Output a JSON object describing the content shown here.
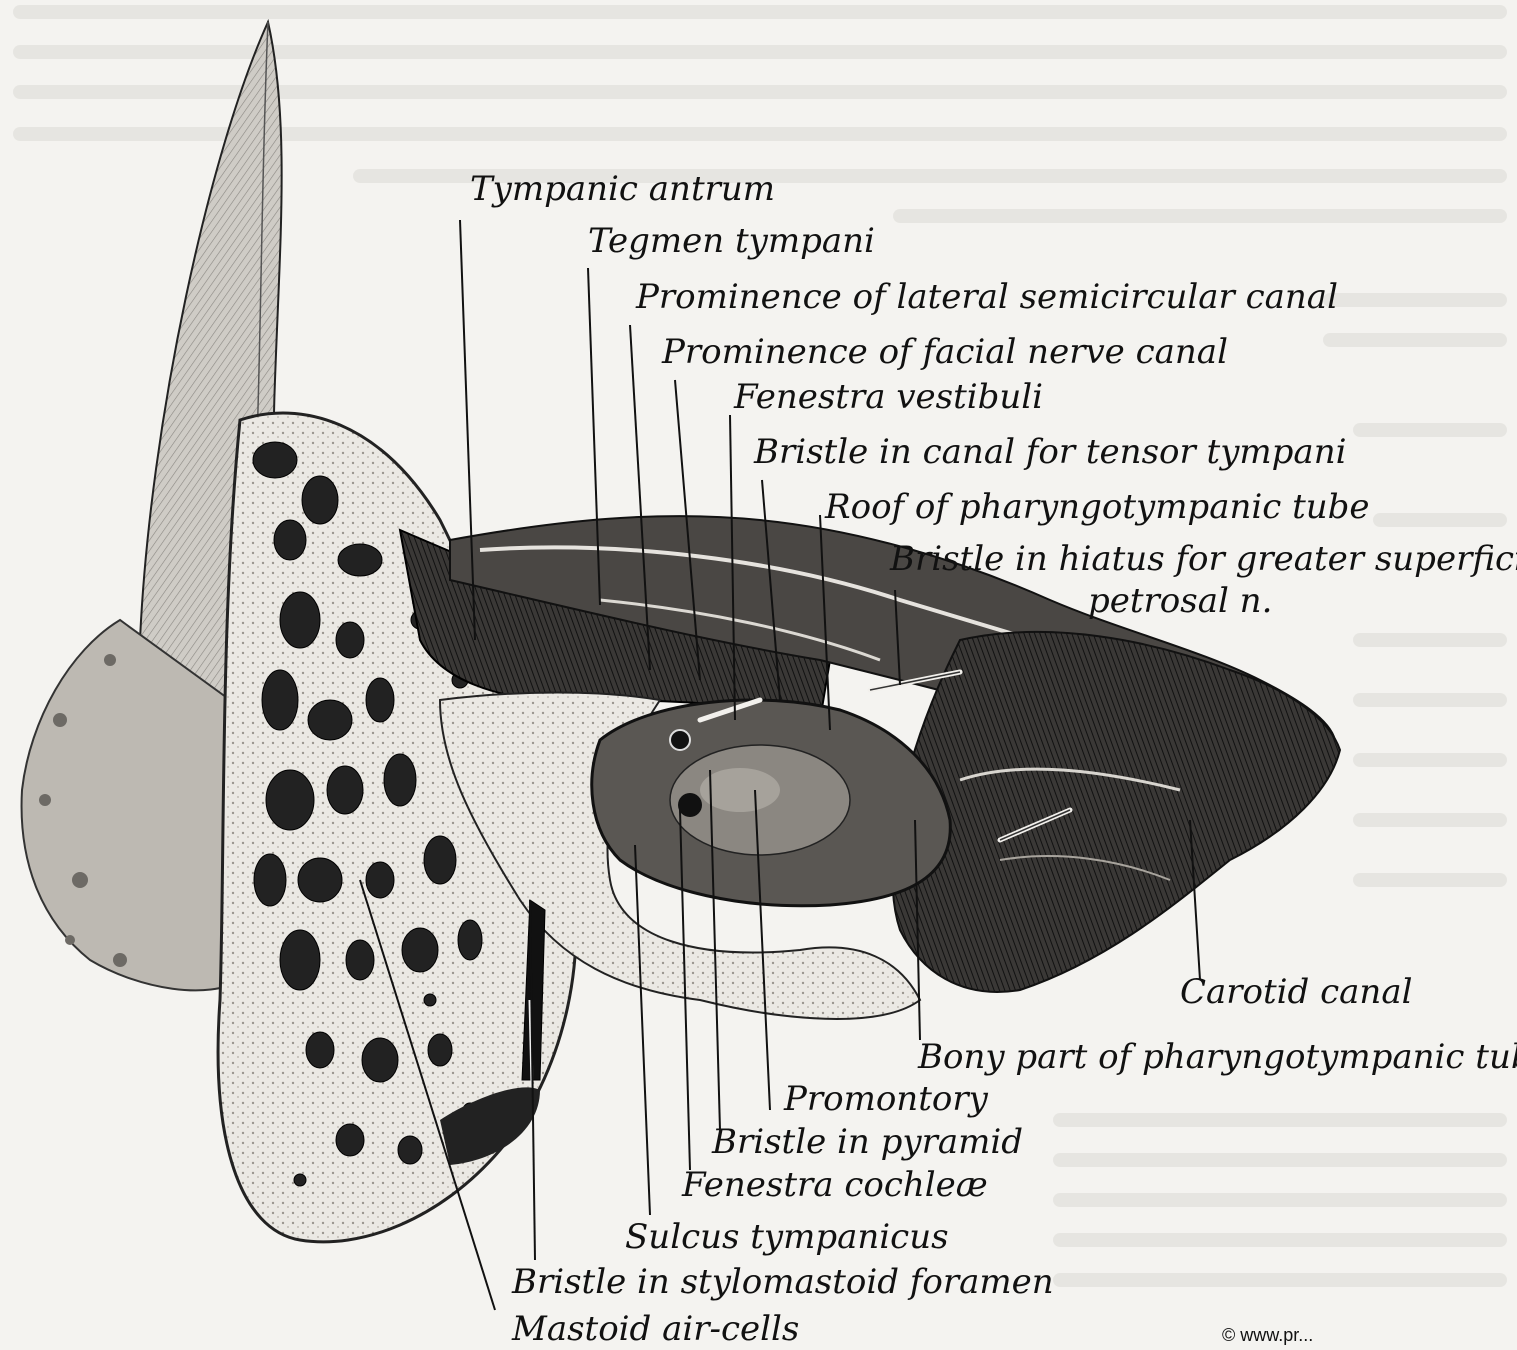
{
  "figure": {
    "labels": {
      "tympanic_antrum": "Tympanic antrum",
      "tegmen_tympani": "Tegmen tympani",
      "prominence_lateral_semicircular_canal": "Prominence of lateral semicircular canal",
      "prominence_facial_nerve_canal": "Prominence of facial nerve canal",
      "fenestra_vestibuli": "Fenestra vestibuli",
      "bristle_tensor_tympani": "Bristle in canal for tensor tympani",
      "roof_pharyngotympanic_tube": "Roof of pharyngotympanic tube",
      "bristle_hiatus_line1": "Bristle in hiatus for greater superficial",
      "bristle_hiatus_line2": "petrosal n.",
      "carotid_canal": "Carotid canal",
      "bony_part_pharyngotympanic_tube": "Bony part of pharyngotympanic tube",
      "promontory": "Promontory",
      "bristle_pyramid": "Bristle in pyramid",
      "fenestra_cochleae": "Fenestra cochleæ",
      "sulcus_tympanicus": "Sulcus tympanicus",
      "bristle_stylomastoid": "Bristle in stylomastoid foramen",
      "mastoid_air_cells": "Mastoid air-cells"
    },
    "credit": "© www.pr..."
  },
  "colors": {
    "ink": "#111111",
    "page": "#f4f3f0",
    "bone_light": "#e7e5e0",
    "bone_dark": "#2a2a2a"
  }
}
